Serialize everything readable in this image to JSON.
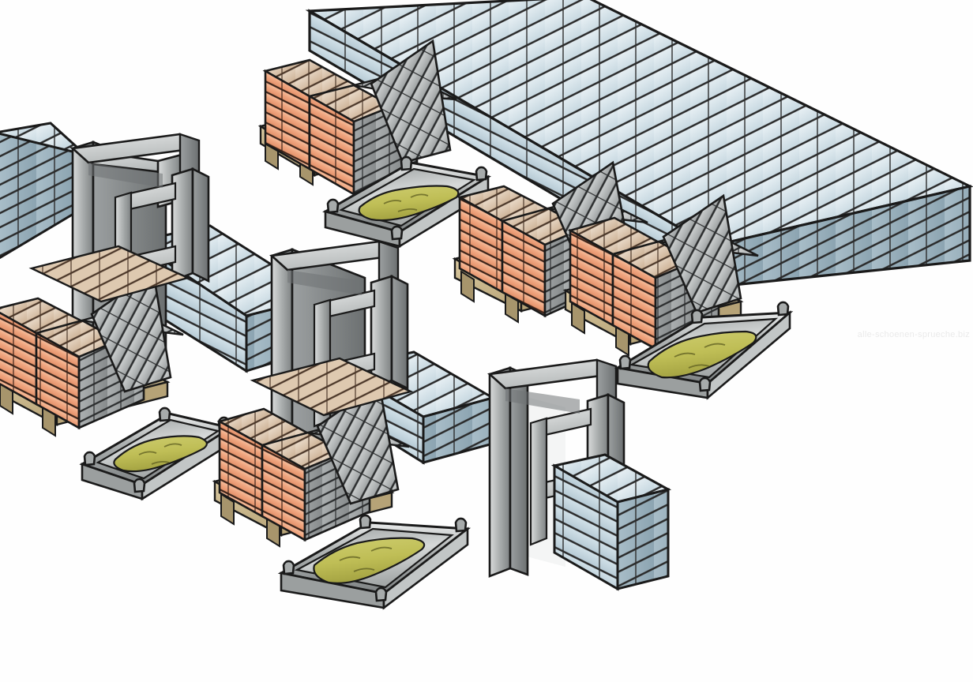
{
  "scene": {
    "title": "Isometric bricklaying construction site",
    "subject": "Masonry work area with block walls, metal door frames, brick pallets and mortar tubs",
    "background_color": "#FEFEFE",
    "projection": "isometric",
    "watermark": "alle-schoenen-sprueche.biz"
  },
  "palette": {
    "outline": "#1A1A1A",
    "background": "#FEFEFE",
    "brick_face_light": "#F6BC9A",
    "brick_face": "#EFA17C",
    "brick_face_dark": "#E08E6A",
    "brick_top": "#D9C3AE",
    "brick_top_light": "#E8D6C4",
    "block_grey_light": "#C9CBCB",
    "block_grey": "#A8ABAC",
    "block_grey_dark": "#8E9293",
    "wall_block_top": "#DCE7EC",
    "wall_block_face": "#C3D5DD",
    "wall_block_end": "#9FB4BE",
    "wall_block_shadow": "#8FA6B2",
    "frame_light": "#D2D4D4",
    "frame_mid": "#A4A8A8",
    "frame_dark": "#76797A",
    "frame_edge": "#5E6162",
    "pallet_wood": "#C8B68A",
    "pallet_wood_dark": "#A7956C",
    "pallet_wood_light": "#DCCCA4",
    "tub_metal_light": "#E6E8E8",
    "tub_metal": "#B4B8B8",
    "tub_metal_dark": "#8A8E8E",
    "tub_rim": "#6E7272",
    "mortar": "#BFBE56",
    "mortar_dark": "#A9A846",
    "mortar_light": "#CFCE70"
  },
  "objects": {
    "walls": [
      {
        "id": "wall-long-top-right",
        "label": "Long concrete block wall (background)",
        "courses": 5,
        "material": "concrete block",
        "color": "#C3D5DD"
      },
      {
        "id": "wall-left-edge",
        "label": "Block wall stub at left edge",
        "courses": 6,
        "material": "concrete block",
        "color": "#C3D5DD"
      },
      {
        "id": "wall-mid-left",
        "label": "Block wall beside upper door frame",
        "courses": 5,
        "material": "concrete block",
        "color": "#C3D5DD"
      },
      {
        "id": "wall-mid-center",
        "label": "Block wall beside middle door frame",
        "courses": 5,
        "material": "concrete block",
        "color": "#C3D5DD"
      },
      {
        "id": "wall-bottom-right",
        "label": "Block wall beside lower door frame",
        "courses": 6,
        "material": "concrete block",
        "color": "#C3D5DD"
      }
    ],
    "door_frames": [
      {
        "id": "door-frame-upper-left",
        "label": "Steel door frame with side light (upper left)",
        "has_sidelight": true
      },
      {
        "id": "door-frame-middle",
        "label": "Steel door frame with side light (middle)",
        "has_sidelight": true
      },
      {
        "id": "door-frame-lower-right",
        "label": "Steel door frame with side light (lower right)",
        "has_sidelight": true
      }
    ],
    "brick_pallets": [
      {
        "id": "pallet-top-center",
        "label": "Pallet of facing bricks and blocks (top centre)",
        "brick_color": "#EFA17C",
        "block_color": "#A8ABAC"
      },
      {
        "id": "pallet-right-a",
        "label": "Pallet of facing bricks and blocks (right, rear)",
        "brick_color": "#EFA17C",
        "block_color": "#A8ABAC"
      },
      {
        "id": "pallet-right-b",
        "label": "Pallet of facing bricks and blocks (right, front)",
        "brick_color": "#EFA17C",
        "block_color": "#A8ABAC"
      },
      {
        "id": "pallet-left",
        "label": "Pallet of facing bricks and blocks (left)",
        "brick_color": "#EFA17C",
        "block_color": "#A8ABAC"
      },
      {
        "id": "pallet-bottom-center",
        "label": "Pallet of facing bricks and blocks (bottom centre)",
        "brick_color": "#EFA17C",
        "block_color": "#A8ABAC"
      }
    ],
    "mortar_tubs": [
      {
        "id": "mortar-tub-upper",
        "label": "Steel mortar tub with mortar (upper centre)",
        "handles": 4,
        "fill": "mortar",
        "fill_color": "#BFBE56"
      },
      {
        "id": "mortar-tub-right",
        "label": "Steel mortar tub with mortar (right)",
        "handles": 4,
        "fill": "mortar",
        "fill_color": "#BFBE56"
      },
      {
        "id": "mortar-tub-left",
        "label": "Steel mortar tub with mortar (left)",
        "handles": 4,
        "fill": "mortar",
        "fill_color": "#BFBE56"
      },
      {
        "id": "mortar-tub-bottom",
        "label": "Steel mortar tub with mortar (bottom centre)",
        "handles": 4,
        "fill": "mortar",
        "fill_color": "#BFBE56"
      }
    ]
  },
  "counts": {
    "walls": 5,
    "door_frames": 3,
    "brick_pallets": 5,
    "mortar_tubs": 4
  }
}
